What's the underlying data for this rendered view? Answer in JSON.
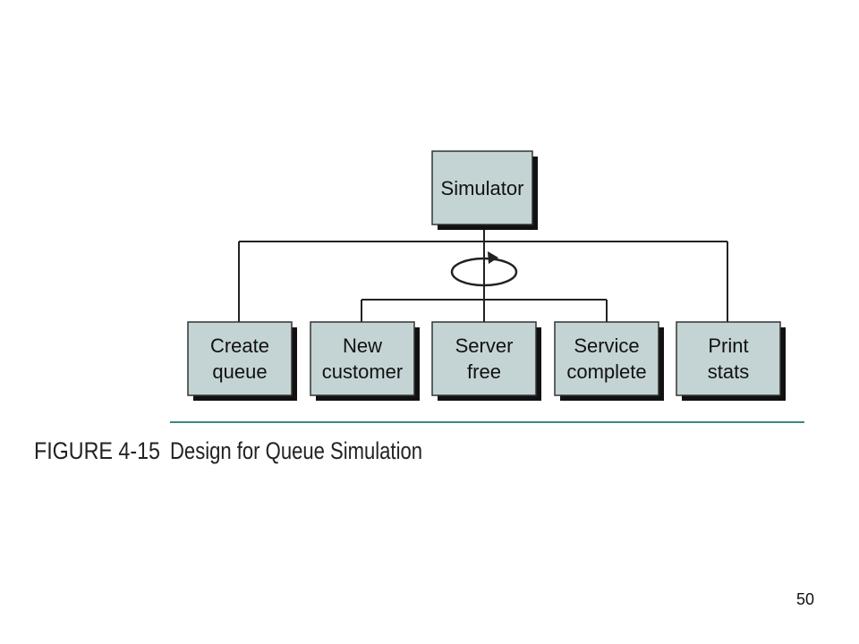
{
  "colors": {
    "box_fill": "#c4d4d4",
    "box_shadow": "#111111",
    "box_border": "#333333",
    "line": "#222222",
    "rule": "#3e8585"
  },
  "diagram": {
    "root": {
      "lines": [
        "Simulator"
      ]
    },
    "loop_icon": "loop-arrow-icon",
    "children": [
      {
        "id": "create-queue",
        "lines": [
          "Create",
          "queue"
        ]
      },
      {
        "id": "new-customer",
        "lines": [
          "New",
          "customer"
        ]
      },
      {
        "id": "server-free",
        "lines": [
          "Server",
          "free"
        ]
      },
      {
        "id": "service-complete",
        "lines": [
          "Service",
          "complete"
        ]
      },
      {
        "id": "print-stats",
        "lines": [
          "Print",
          "stats"
        ]
      }
    ]
  },
  "caption": {
    "figure_number": "FIGURE 4-15",
    "title": "Design for Queue Simulation"
  },
  "page_number": "50"
}
